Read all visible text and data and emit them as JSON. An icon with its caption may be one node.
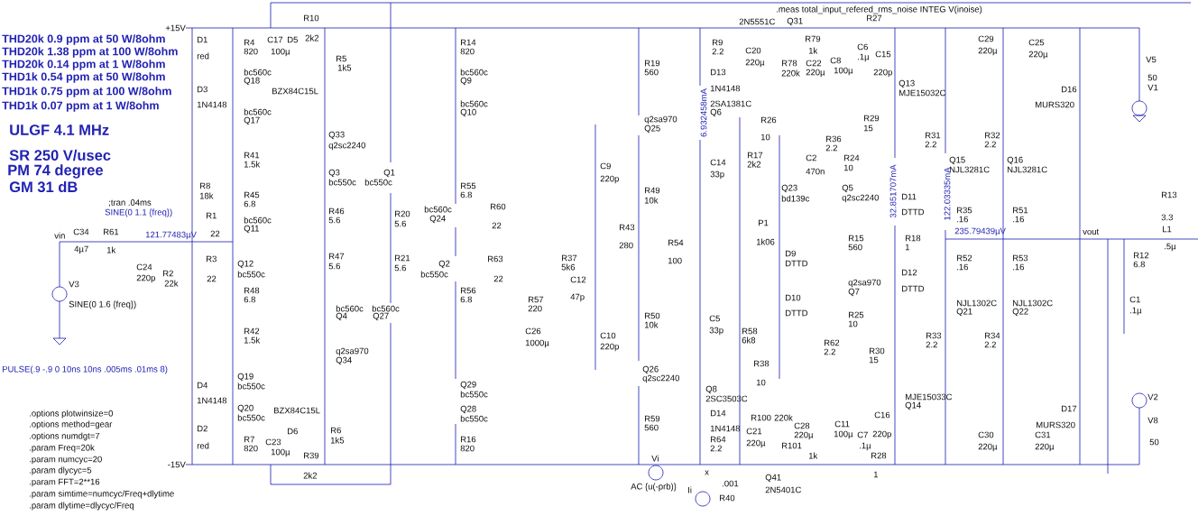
{
  "diagram": {
    "labels": [
      ".meas total_input_refered_rms_noise INTEG V(inoise)",
      "2N5551C",
      "Q31",
      "R10",
      "R27",
      "+15V",
      "THD20k 0.9 ppm at 50 W/8ohm",
      "THD20k 1.38 ppm at 100 W/8ohm",
      "THD20k 0.14 ppm at 1 W/8ohm",
      "THD1k 0.54 ppm at 50 W/8ohm",
      "THD1k 0.75 ppm at 100 W/8ohm",
      "THD1k 0.07 ppm at 1 W/8ohm",
      "D1",
      "red",
      "R4",
      "820",
      "C17",
      "D5",
      "100µ",
      "2k2",
      "R14",
      "820",
      "R9",
      "2.2",
      "C6",
      ".1µ",
      "C20",
      "220µ",
      "R79",
      "1k",
      "C15",
      "C29",
      "220µ",
      "C25",
      "220µ",
      "V5",
      "50",
      "V1",
      "C8",
      "100µ",
      "R78",
      "220k",
      "C22",
      "220µ",
      "R5",
      "1k5",
      "R19",
      "560",
      "bc560c",
      "Q18",
      "bc560c",
      "Q9",
      "D13",
      "220p",
      "1N4148",
      "D3",
      "BZX84C15L",
      "Q13",
      "MJE15032C",
      "D16",
      "MURS320",
      "1N4148",
      "2SA1381C",
      "Q6",
      "6.932458mA",
      "bc560c",
      "Q10",
      "bc560c",
      "Q17",
      "q2sa970",
      "Q25",
      "R29",
      "15",
      "R26",
      "10",
      "ULGF 4.1 MHz",
      "Q33",
      "q2sc2240",
      "R31",
      "2.2",
      "R32",
      "2.2",
      "R36",
      "2.2",
      "SR 250 V/usec",
      "R41",
      "1.5k",
      "R17",
      "2k2",
      "C2",
      "470n",
      "R24",
      "10",
      "Q15",
      "NJL3281C",
      "Q16",
      "NJL3281C",
      "C14",
      "33p",
      "C9",
      "220p",
      "PM 74 degree",
      "Q3",
      "bc550c",
      "Q1",
      "bc550c",
      "GM 31 dB",
      "R8",
      "18k",
      "R55",
      "6.8",
      "Q23",
      "bd139c",
      "Q5",
      "q2sc2240",
      "32.851707mA",
      "122.03335mA",
      "R49",
      "10k",
      "R13",
      "3.3",
      "R45",
      "6.8",
      "D11",
      "DTTD",
      ";tran .04ms",
      "R60",
      "22",
      "R35",
      ".16",
      "R51",
      ".16",
      "R46",
      "5.6",
      "SINE(0 1.1 {freq})",
      "R20",
      "5.6",
      "bc560c",
      "Q24",
      "R1",
      "bc560c",
      "Q11",
      "P1",
      "R43",
      "280",
      "L1",
      ".5µ",
      "vin",
      "C34",
      "R61",
      "121.77483µV",
      "22",
      "235.79439µV",
      "vout",
      "R15",
      "560",
      "R18",
      "1",
      "1k06",
      "R54",
      "4µ7",
      "1k",
      "D9",
      "DTTD",
      "R12",
      "6.8",
      "R3",
      "R47",
      "5.6",
      "R21",
      "5.6",
      "R63",
      "R37",
      "5k6",
      "R52",
      ".16",
      "R53",
      ".16",
      "100",
      "Q12",
      "bc550c",
      "Q2",
      "bc550c",
      "C24",
      "220p",
      "R2",
      "22k",
      "22",
      "22",
      "C12",
      "D12",
      "DTTD",
      "V3",
      "q2sa970",
      "Q7",
      "R48",
      "6.8",
      "R56",
      "6.8",
      "47p",
      "D10",
      "DTTD",
      "R57",
      "220",
      "C1",
      ".1µ",
      "NJL1302C",
      "Q21",
      "NJL1302C",
      "Q22",
      "SINE(0 1.6 {freq})",
      "bc560c",
      "bc560c",
      "Q4",
      "Q27",
      "R25",
      "10",
      "R50",
      "10k",
      "C5",
      "33p",
      "R42",
      "1.5k",
      "C26",
      "1000µ",
      "R58",
      "6k8",
      "C10",
      "220p",
      "R33",
      "2.2",
      "R34",
      "2.2",
      "R62",
      "2.2",
      "R30",
      "15",
      "q2sa970",
      "Q34",
      "R38",
      "10",
      "PULSE(.9 -.9 0 10ns 10ns .005ms .01ms 8)",
      "Q26",
      "q2sc2240",
      "Q19",
      "bc550c",
      "D4",
      "Q29",
      "bc550c",
      "Q8",
      "2SC3503C",
      "1N4148",
      "Q20",
      "bc550c",
      "BZX84C15L",
      "Q28",
      "bc550c",
      "D14",
      "R59",
      "560",
      "MJE15033C",
      "Q14",
      "V2",
      "D17",
      "R100",
      "220k",
      "C28",
      "C11",
      "C16",
      "V8",
      "MURS320",
      "1N4148",
      "D2",
      "R6",
      "1k5",
      "D6",
      "C23",
      "100µ",
      "C21",
      "220µ",
      "220µ",
      "R101",
      "100µ",
      "C7",
      "220p",
      "C30",
      "220µ",
      "C31",
      "220µ",
      "50",
      "R7",
      "820",
      "red",
      "R64",
      "2.2",
      "R16",
      "820",
      ".1µ",
      "1k",
      "R39",
      "R28",
      "Vi",
      "-15V",
      "x",
      "2k2",
      "1",
      ".001",
      "AC {u(-prb)}",
      "Q41",
      "2N5401C",
      "Ii",
      "R40",
      ".options plotwinsize=0",
      ".options method=gear",
      ".options numdgt=7",
      ".param Freq=20k",
      ".param numcyc=20",
      ".param dlycyc=5",
      ".param FFT=2**16",
      ".param simtime=numcyc/Freq+dlytime",
      ".param dlytime=dlycyc/Freq"
    ]
  }
}
